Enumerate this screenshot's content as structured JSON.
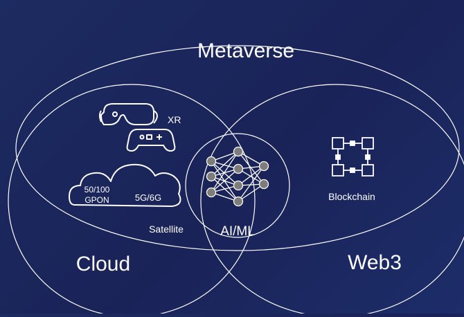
{
  "diagram": {
    "sets": {
      "metaverse": "Metaverse",
      "cloud": "Cloud",
      "web3": "Web3",
      "ai_ml": "AI/ML"
    },
    "items": {
      "xr": "XR",
      "gpon_line1": "50/100",
      "gpon_line2": "GPON",
      "five_g": "5G/6G",
      "satellite": "Satellite",
      "blockchain": "Blockchain"
    },
    "icons": [
      "vr-headset-icon",
      "game-controller-icon",
      "cloud-icon",
      "neural-network-icon",
      "blockchain-icon"
    ],
    "colors": {
      "background": "#1c2b61",
      "stroke": "#ffffff",
      "node": "#7d7d7d"
    }
  }
}
